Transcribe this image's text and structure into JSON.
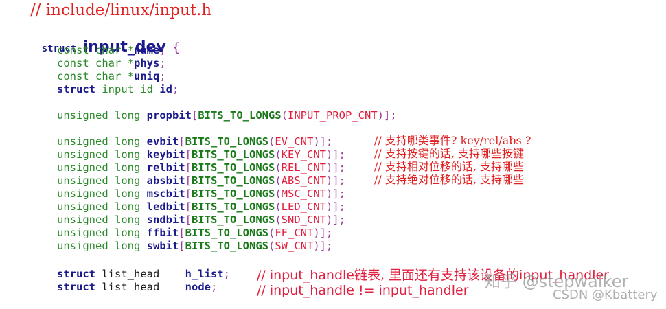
{
  "header": {
    "file_comment": "// include/linux/input.h"
  },
  "struct_decl": {
    "keyword": "struct",
    "name": "input_dev",
    "open_brace": "{"
  },
  "fields_ptr": [
    {
      "type": "const char ",
      "star": "*",
      "name": "name",
      "semi": ";"
    },
    {
      "type": "const char ",
      "star": "*",
      "name": "phys",
      "semi": ";"
    },
    {
      "type": "const char ",
      "star": "*",
      "name": "uniq",
      "semi": ";"
    }
  ],
  "field_id": {
    "kw": "struct",
    "type": " input_id ",
    "name": "id",
    "semi": ";"
  },
  "propbit": {
    "type": "unsigned long ",
    "name": "propbit",
    "macro": "BITS_TO_LONGS",
    "arg": "INPUT_PROP_CNT"
  },
  "bit_fields": [
    {
      "type": "unsigned long ",
      "name": "evbit",
      "macro": "BITS_TO_LONGS",
      "arg": "EV_CNT"
    },
    {
      "type": "unsigned long ",
      "name": "keybit",
      "macro": "BITS_TO_LONGS",
      "arg": "KEY_CNT"
    },
    {
      "type": "unsigned long ",
      "name": "relbit",
      "macro": "BITS_TO_LONGS",
      "arg": "REL_CNT"
    },
    {
      "type": "unsigned long ",
      "name": "absbit",
      "macro": "BITS_TO_LONGS",
      "arg": "ABS_CNT"
    },
    {
      "type": "unsigned long ",
      "name": "mscbit",
      "macro": "BITS_TO_LONGS",
      "arg": "MSC_CNT"
    },
    {
      "type": "unsigned long ",
      "name": "ledbit",
      "macro": "BITS_TO_LONGS",
      "arg": "LED_CNT"
    },
    {
      "type": "unsigned long ",
      "name": "sndbit",
      "macro": "BITS_TO_LONGS",
      "arg": "SND_CNT"
    },
    {
      "type": "unsigned long ",
      "name": "ffbit",
      "macro": "BITS_TO_LONGS",
      "arg": "FF_CNT"
    },
    {
      "type": "unsigned long ",
      "name": "swbit",
      "macro": "BITS_TO_LONGS",
      "arg": "SW_CNT"
    }
  ],
  "bit_comments": [
    "// 支持哪类事件? key/rel/abs ?",
    "// 支持按键的话, 支持哪些按键",
    "// 支持相对位移的话, 支持哪些",
    "// 支持绝对位移的话, 支持哪些"
  ],
  "list_fields": [
    {
      "kw": "struct",
      "type": " list_head    ",
      "name": "h_list",
      "semi": ";"
    },
    {
      "kw": "struct",
      "type": " list_head    ",
      "name": "node",
      "semi": ";"
    }
  ],
  "list_comments": [
    "// input_handle链表, 里面还有支持该设备的input_handler",
    "// input_handle != input_handler"
  ],
  "watermarks": {
    "zhihu": "知乎 @stepwalker",
    "csdn": "CSDN @Kbattery"
  },
  "colors": {
    "keyword": "#1a1a8c",
    "type": "#2a8a2a",
    "macro": "#1a7a1a",
    "constant": "#e02040",
    "comment": "#e02020",
    "bracket": "#9a3a9a"
  }
}
